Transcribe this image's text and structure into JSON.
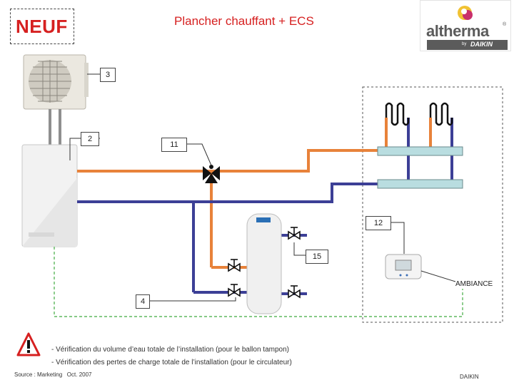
{
  "header": {
    "badge": "NEUF",
    "title": "Plancher chauffant + ECS"
  },
  "logo": {
    "word": "altherma",
    "reg": "®",
    "by": "by",
    "brand": "DAIKIN"
  },
  "callouts": {
    "c3": "3",
    "c2": "2",
    "c11": "11",
    "c12": "12",
    "c15": "15",
    "c4": "4"
  },
  "ambiance_label": "AMBIANCE",
  "warnings": [
    "- Vérification du volume d’eau totale de l’installation (pour le ballon tampon)",
    "- Vérification des pertes de charge totale de l’installation (pour le circulateur)"
  ],
  "footer": {
    "source": "Source : Marketing   Oct. 2007",
    "brand": "DAIKIN"
  },
  "colors": {
    "accent_red": "#d62020",
    "hot_pipe": "#e8823a",
    "cold_pipe": "#3c3f96",
    "signal_line": "#5fb85f",
    "collector": "#b9dde0"
  }
}
